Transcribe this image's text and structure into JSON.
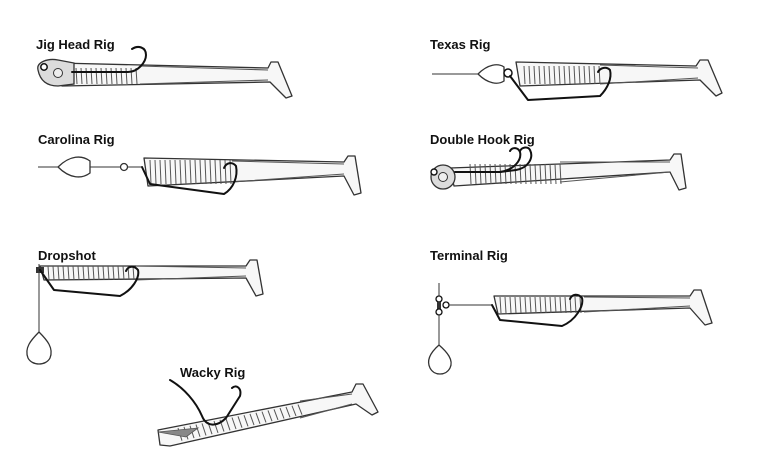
{
  "diagram": {
    "rigs": [
      {
        "id": "jig-head",
        "label": "Jig Head Rig"
      },
      {
        "id": "texas",
        "label": "Texas Rig"
      },
      {
        "id": "carolina",
        "label": "Carolina Rig"
      },
      {
        "id": "double-hook",
        "label": "Double Hook Rig"
      },
      {
        "id": "dropshot",
        "label": "Dropshot"
      },
      {
        "id": "terminal",
        "label": "Terminal Rig"
      },
      {
        "id": "wacky",
        "label": "Wacky Rig"
      }
    ]
  }
}
